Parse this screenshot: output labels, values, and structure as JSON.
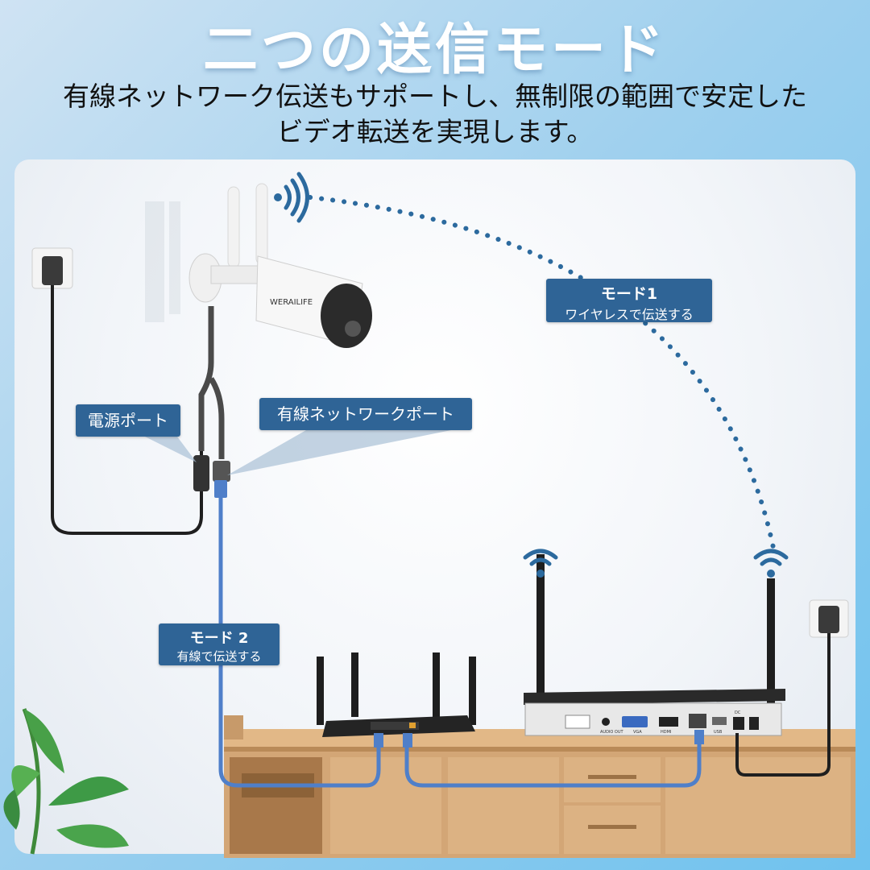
{
  "title": "二つの送信モード",
  "subtitle": {
    "line1": "有線ネットワーク伝送もサポートし、無制限の範囲で安定した",
    "line2": "ビデオ転送を実現します。"
  },
  "labels": {
    "mode1": {
      "title": "モード1",
      "desc": "ワイヤレスで伝送する"
    },
    "mode2": {
      "title": "モード 2",
      "desc": "有線で伝送する"
    },
    "power_port": "電源ポート",
    "ethernet_port": "有線ネットワークポート"
  },
  "camera": {
    "brand": "WERAILIFE"
  },
  "nvr": {
    "ports": [
      "AUDIO OUT",
      "VGA",
      "HDMI",
      "USB",
      "DC"
    ]
  },
  "colors": {
    "label_bg": "#2f6496",
    "cable_blue": "#4f7fc9",
    "dots": "#2c6a9e",
    "wifi": "#2c6a9e"
  },
  "icons": [
    "wifi-signal-icon",
    "wall-outlet-icon",
    "plant-icon"
  ]
}
